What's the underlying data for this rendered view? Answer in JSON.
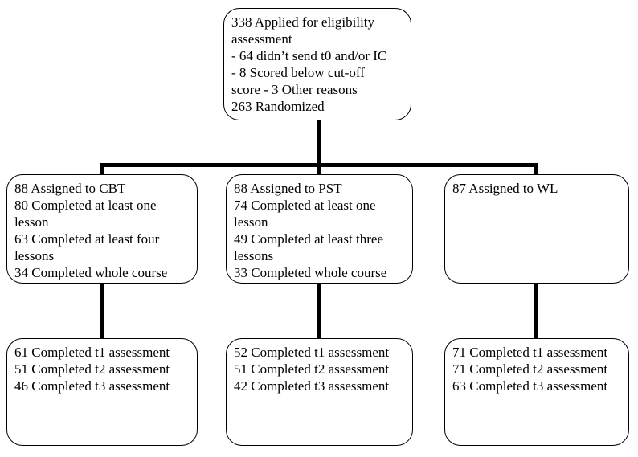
{
  "diagram": {
    "type": "participant-flow-chart",
    "colors": {
      "background": "#ffffff",
      "box_border": "#000000",
      "text": "#000000",
      "connector": "#000000"
    },
    "boxes": {
      "eligibility": {
        "lines": [
          "338 Applied for eligibility",
          "assessment",
          "- 64 didn’t send t0 and/or IC",
          "- 8 Scored below cut-off",
          "score - 3 Other reasons",
          "263 Randomized"
        ]
      },
      "assigned_cbt": {
        "lines": [
          "88 Assigned to CBT",
          "80 Completed at least one",
          "lesson",
          "63 Completed at least four",
          "lessons",
          "34 Completed whole course"
        ]
      },
      "assigned_pst": {
        "lines": [
          "88 Assigned to PST",
          "74 Completed at least one",
          "lesson",
          "49 Completed at least three",
          "lessons",
          "33 Completed whole course"
        ]
      },
      "assigned_wl": {
        "lines": [
          "87 Assigned to WL"
        ]
      },
      "assessments_cbt": {
        "lines": [
          "61 Completed t1 assessment",
          "51 Completed t2 assessment",
          "46 Completed t3 assessment"
        ]
      },
      "assessments_pst": {
        "lines": [
          "52 Completed t1 assessment",
          "51 Completed t2 assessment",
          "42 Completed t3 assessment"
        ]
      },
      "assessments_wl": {
        "lines": [
          "71 Completed t1 assessment",
          "71 Completed t2 assessment",
          "63 Completed t3 assessment"
        ]
      }
    }
  }
}
